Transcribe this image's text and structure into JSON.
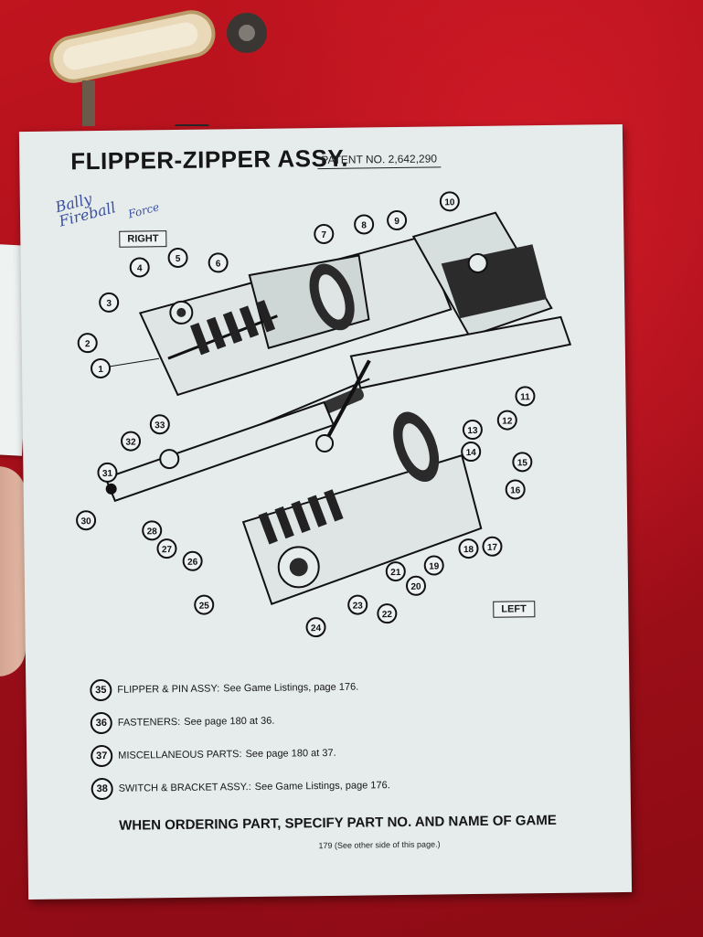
{
  "sheet": {
    "title": "FLIPPER-ZIPPER ASSY.",
    "patent": "PATENT NO. 2,642,290",
    "handwriting": [
      "Bally",
      "Fireball",
      "Force"
    ],
    "right_label": "RIGHT",
    "left_label": "LEFT",
    "callouts": [
      "1",
      "2",
      "3",
      "4",
      "5",
      "6",
      "7",
      "8",
      "9",
      "10",
      "11",
      "12",
      "13",
      "14",
      "15",
      "16",
      "17",
      "18",
      "19",
      "20",
      "21",
      "22",
      "23",
      "24",
      "25",
      "26",
      "27",
      "28",
      "30",
      "31",
      "32",
      "33"
    ],
    "notes": [
      {
        "num": "35",
        "name": "FLIPPER & PIN ASSY:",
        "text": "See Game Listings, page 176."
      },
      {
        "num": "36",
        "name": "FASTENERS:",
        "text": "See page 180 at 36."
      },
      {
        "num": "37",
        "name": "MISCELLANEOUS PARTS:",
        "text": "See page 180 at 37."
      },
      {
        "num": "38",
        "name": "SWITCH & BRACKET ASSY.:",
        "text": "See Game Listings, page 176."
      }
    ],
    "footer": "WHEN ORDERING PART, SPECIFY PART NO. AND NAME OF GAME",
    "page_number": "179 (See other side of this page.)"
  },
  "colors": {
    "background": "#b3121e",
    "paper": "#e6ecec",
    "ink": "#161616",
    "handwriting": "#3a4fa2"
  }
}
